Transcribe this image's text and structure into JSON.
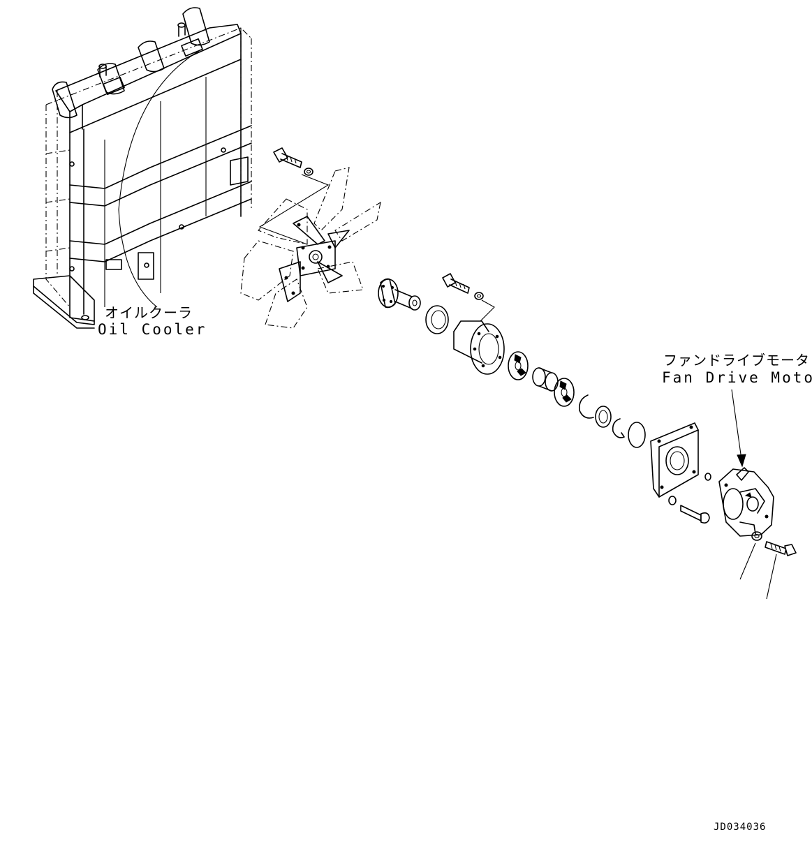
{
  "labels": {
    "oil_cooler_jp": "オイルクーラ",
    "oil_cooler_en": "Oil Cooler",
    "fan_drive_motor_jp": "ファンドライブモータ",
    "fan_drive_motor_en": "Fan Drive Motor",
    "drawing_code": "JD034036"
  },
  "colors": {
    "line": "#000000",
    "background": "#ffffff"
  }
}
